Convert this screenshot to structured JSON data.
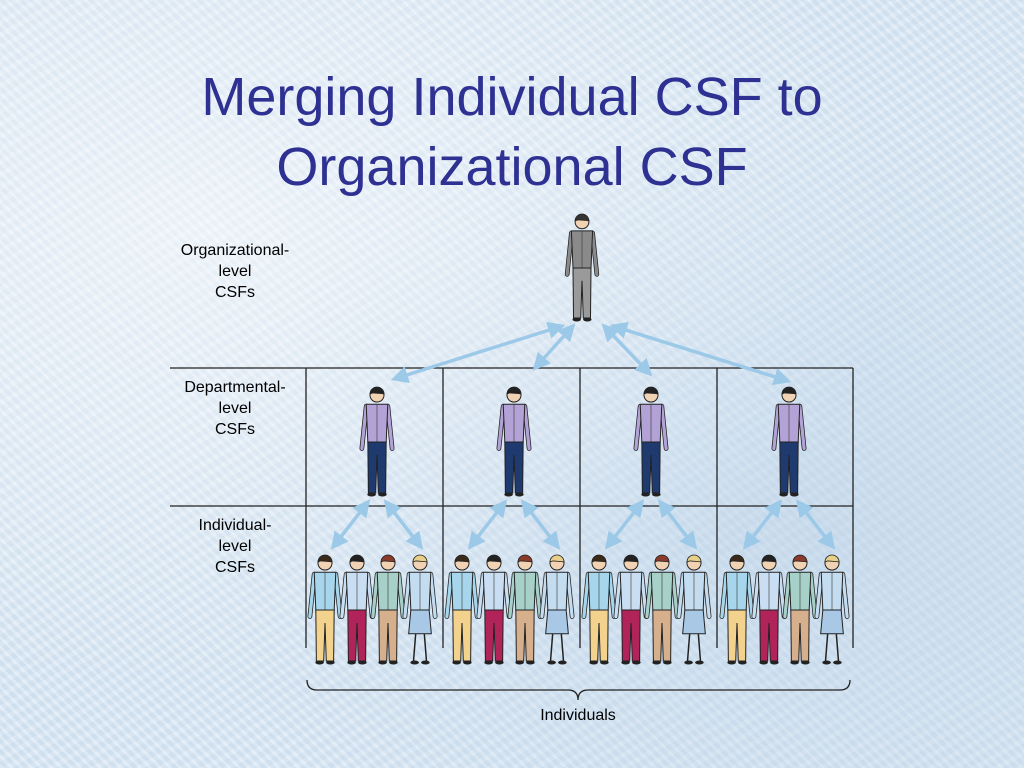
{
  "slide": {
    "title_line1": "Merging Individual CSF to",
    "title_line2": "Organizational CSF"
  },
  "levels": {
    "organizational": [
      "Organizational-",
      "level",
      "CSFs"
    ],
    "departmental": [
      "Departmental-",
      "level",
      "CSFs"
    ],
    "individual": [
      "Individual-",
      "level",
      "CSFs"
    ]
  },
  "footer_label": "Individuals",
  "colors": {
    "title": "#2e3192",
    "arrow": "#9cc9e8",
    "grid_line": "#222222",
    "exec_suit": "#8a8a8a",
    "manager_shirt": "#b3a2d6",
    "manager_pants": "#1f3a6e",
    "individual_shirts": [
      "#a7d6ec",
      "#c9def2",
      "#a7d0c8",
      "#c4dcf0"
    ],
    "individual_bottoms": [
      "#f2d28c",
      "#b0245a",
      "#d6b08c",
      "#a8c8e6"
    ]
  }
}
